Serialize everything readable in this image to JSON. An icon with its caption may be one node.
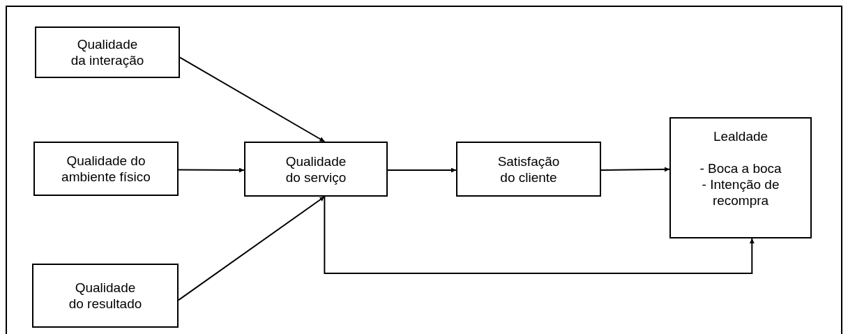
{
  "diagram": {
    "nodes": [
      {
        "text": [
          "Qualidade da interação"
        ]
      },
      {
        "text": [
          "Qualidade do ambiente físico"
        ]
      },
      {
        "text": [
          "Qualidade do serviço"
        ]
      },
      {
        "text": [
          "Satisfação do cliente"
        ]
      },
      {
        "text": [
          "Lealdade",
          "- Boca a boca",
          "- Intenção de recompra"
        ]
      },
      {
        "text": [
          "Qualidade do resultado"
        ]
      }
    ],
    "edges": [
      {
        "from": 0,
        "to": 2,
        "arrow": "to"
      },
      {
        "from": 1,
        "to": 2,
        "arrow": "to"
      },
      {
        "from": 5,
        "to": 2,
        "arrow": "to"
      },
      {
        "from": 2,
        "to": 3,
        "arrow": "to"
      },
      {
        "from": 3,
        "to": 4,
        "arrow": "to"
      },
      {
        "from": 2,
        "to": 4,
        "arrow": "to"
      }
    ]
  }
}
